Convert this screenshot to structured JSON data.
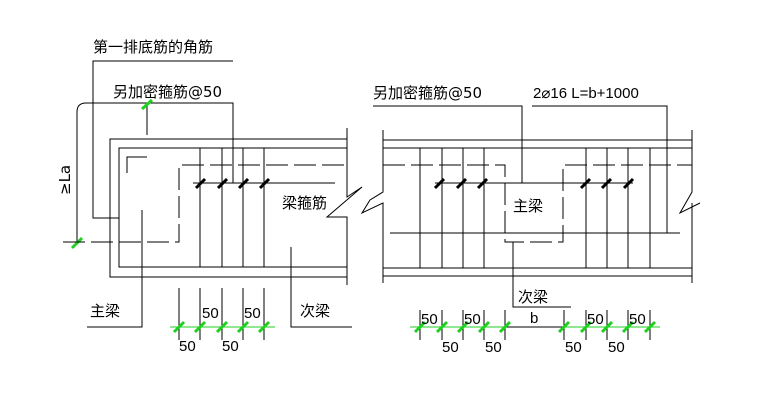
{
  "left": {
    "corner_bar_label": "第一排底筋的角筋",
    "extra_stirrup_label": "另加密箍筋@50",
    "anchor_label": "≥La",
    "beam_stirrup_label": "梁箍筋",
    "main_beam_label": "主梁",
    "secondary_beam_label": "次梁",
    "dims_top": [
      "50",
      "50"
    ],
    "dims_bottom": [
      "50",
      "50"
    ]
  },
  "right": {
    "extra_stirrup_label": "另加密箍筋@50",
    "hanger_bar_label": "2⌀16 L=b+1000",
    "main_beam_label": "主梁",
    "secondary_beam_label": "次梁",
    "width_label": "b",
    "dims_top": [
      "50",
      "50",
      "50",
      "50"
    ],
    "dims_bottom": [
      "50",
      "50",
      "50",
      "50"
    ]
  },
  "colors": {
    "lines": "#000000",
    "dimension_ticks": "#1fd11f"
  }
}
